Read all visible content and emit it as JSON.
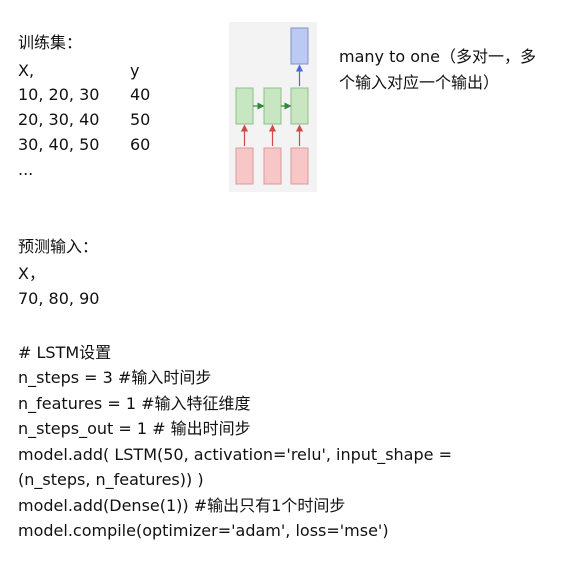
{
  "training": {
    "title": "训练集：",
    "headers": [
      "X,",
      "y"
    ],
    "rows": [
      [
        "10, 20, 30",
        "40"
      ],
      [
        "20, 30, 40",
        "50"
      ],
      [
        "30, 40, 50",
        "60"
      ]
    ],
    "ellipsis": "..."
  },
  "prediction": {
    "title": "预测输入：",
    "header": "X，",
    "values": "70, 80, 90"
  },
  "diagram": {
    "caption_line1": "many to one（多对一，多",
    "caption_line2": "个输入对应一个输出）",
    "colors": {
      "input": "#f7c6c6",
      "input_border": "#d99a9a",
      "hidden": "#c7e6c1",
      "hidden_border": "#8fbf86",
      "output": "#bcc9f3",
      "output_border": "#7f91c9",
      "arrow_red": "#d04848",
      "arrow_green": "#2e8b3a",
      "arrow_blue": "#4a6bd0"
    }
  },
  "code": {
    "lines": [
      "# LSTM设置",
      "n_steps = 3         #输入时间步",
      "n_features = 1    #输入特征维度",
      "n_steps_out = 1 # 输出时间步",
      "model.add( LSTM(50,  activation='relu',  input_shape =",
      "(n_steps, n_features)) )",
      "model.add(Dense(1)) #输出只有1个时间步",
      "model.compile(optimizer='adam', loss='mse')"
    ]
  }
}
